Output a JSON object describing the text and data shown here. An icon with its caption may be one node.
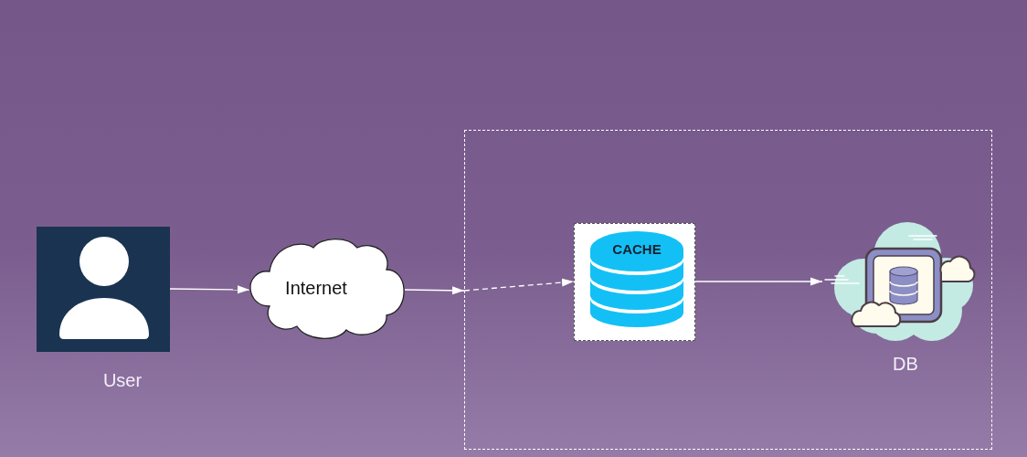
{
  "diagram": {
    "nodes": [
      {
        "text": [],
        "shape": "person",
        "beside": [
          "User"
        ]
      },
      {
        "text": [
          "Internet"
        ]
      },
      {
        "text": [],
        "shape": "box"
      },
      {
        "text": [
          "CACHE"
        ],
        "in": 2
      },
      {
        "text": [],
        "shape": "picture",
        "in": 2,
        "beside": [
          "DB"
        ]
      }
    ],
    "edges": [
      {
        "from": 0,
        "to": 1,
        "arrow": "to"
      },
      {
        "from": 1,
        "to": 2,
        "arrow": "to"
      },
      {
        "from": 2,
        "to": 3,
        "arrow": "to",
        "style": "dashed"
      },
      {
        "from": 3,
        "to": 4,
        "arrow": "to"
      }
    ]
  }
}
